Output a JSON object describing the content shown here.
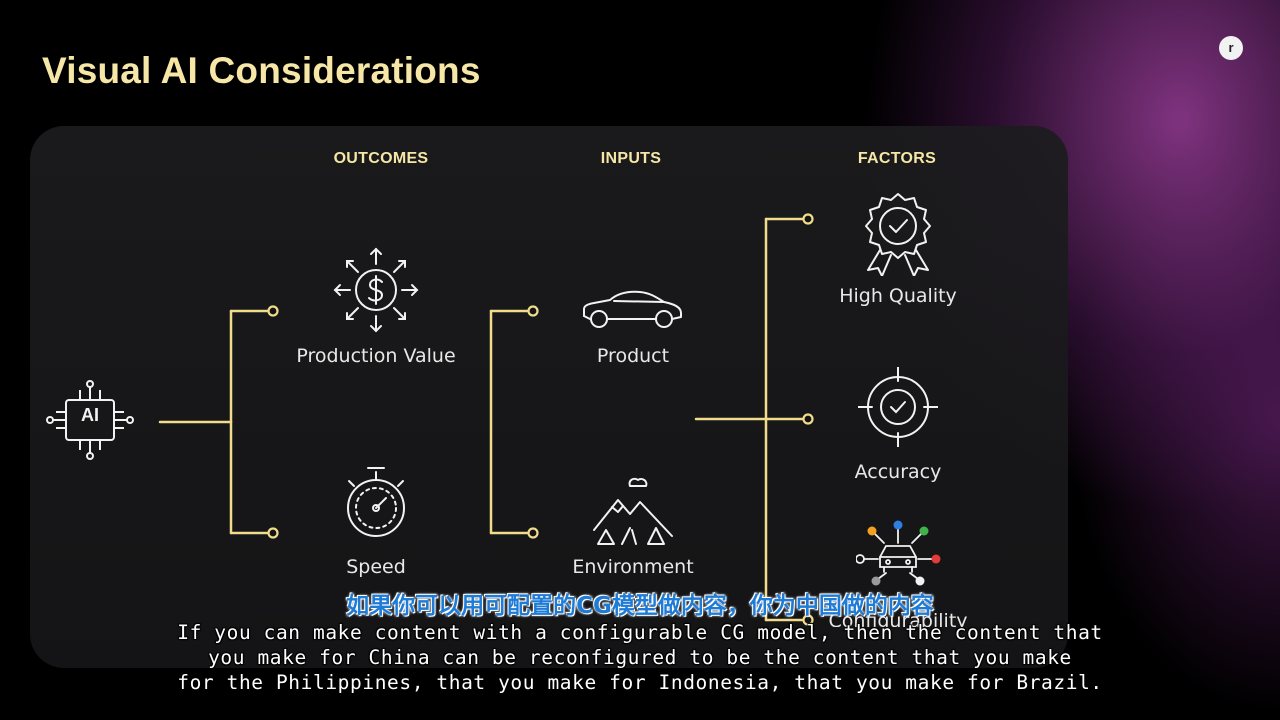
{
  "slide": {
    "title": "Visual AI Considerations",
    "brand_icon_glyph": "r"
  },
  "diagram": {
    "source": {
      "label": "AI",
      "icon": "ai-chip-icon"
    },
    "columns": {
      "outcomes": "OUTCOMES",
      "inputs": "INPUTS",
      "factors": "FACTORS"
    },
    "outcomes": [
      {
        "label": "Production Value",
        "icon": "dollar-arrows-icon"
      },
      {
        "label": "Speed",
        "icon": "stopwatch-icon"
      }
    ],
    "inputs": [
      {
        "label": "Product",
        "icon": "car-icon"
      },
      {
        "label": "Environment",
        "icon": "mountains-icon"
      }
    ],
    "factors": [
      {
        "label": "High Quality",
        "icon": "award-badge-icon"
      },
      {
        "label": "Accuracy",
        "icon": "target-check-icon"
      },
      {
        "label": "Configurability",
        "icon": "configurable-car-icon"
      }
    ],
    "accent_color": "#f0dc8a",
    "title_color": "#f6e7a6"
  },
  "subtitles": {
    "chinese": "如果你可以用可配置的CG模型做内容，你为中国做的内容",
    "english": [
      "If you can make content with a configurable CG model, then the content that",
      "you make for China can be reconfigured to be the content that you make",
      "for the Philippines, that you make for Indonesia, that you make for Brazil."
    ]
  }
}
